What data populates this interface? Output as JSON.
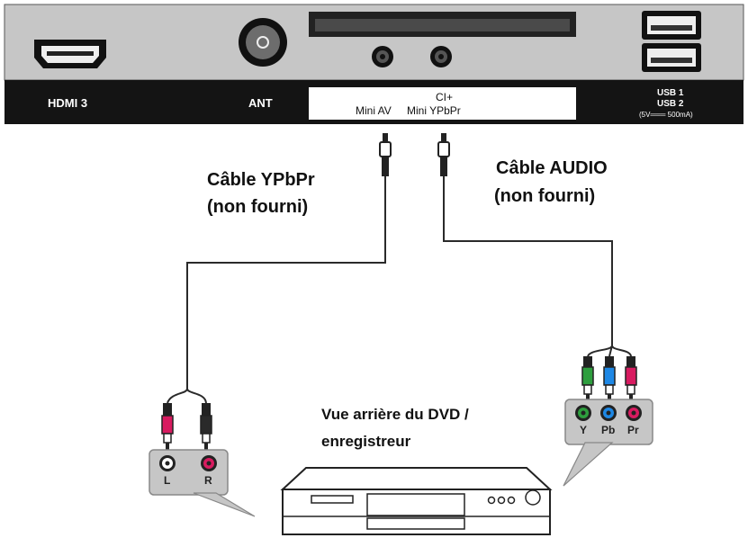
{
  "tv_panel": {
    "hdmi_label": "HDMI 3",
    "ant_label": "ANT",
    "ci_label": "CI+",
    "mini_av_label": "Mini AV",
    "mini_ypbpr_label": "Mini YPbPr",
    "usb1_label": "USB 1",
    "usb2_label": "USB 2",
    "usb_rating": "(5V═══ 500mA)"
  },
  "cables": {
    "ypbpr_line1": "Câble YPbPr",
    "ypbpr_line2": "(non fourni)",
    "audio_line1": "Câble AUDIO",
    "audio_line2": "(non fourni)"
  },
  "dvd": {
    "caption_line1": "Vue arrière du DVD /",
    "caption_line2": "enregistreur"
  },
  "audio_jacks": {
    "left": "L",
    "right": "R"
  },
  "component_jacks": {
    "y": "Y",
    "pb": "Pb",
    "pr": "Pr"
  },
  "colors": {
    "panel_bg": "#c8c8c8",
    "label_bar": "#141414",
    "jack_red": "#d81b60",
    "jack_green": "#2e9e3e",
    "jack_blue": "#1e88e5"
  }
}
